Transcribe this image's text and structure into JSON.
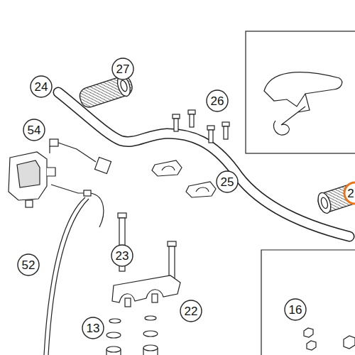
{
  "diagram": {
    "labels": [
      "24",
      "27",
      "26",
      "54",
      "25",
      "2",
      "52",
      "23",
      "22",
      "13",
      "16"
    ]
  }
}
